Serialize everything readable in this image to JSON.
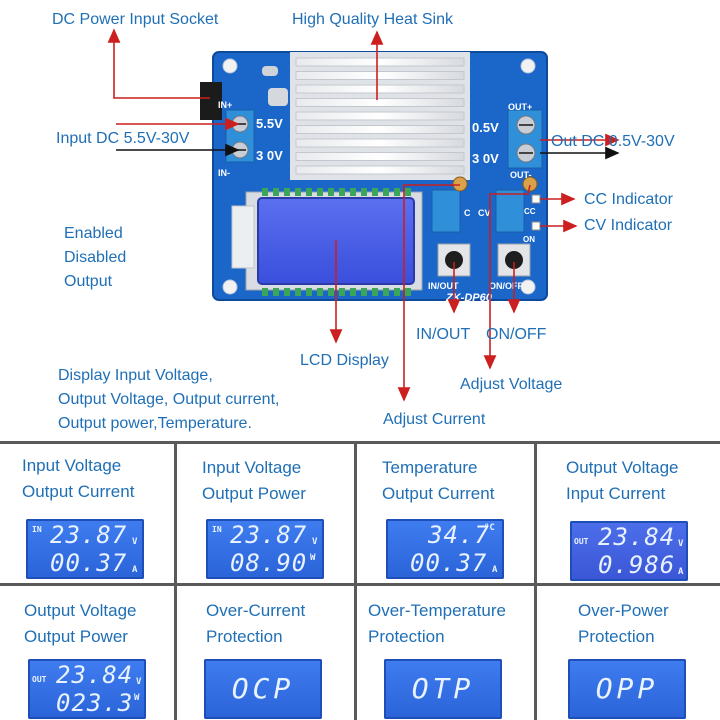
{
  "colors": {
    "label_blue": "#1f6fb6",
    "arrow_red": "#cc1f1f",
    "pcb_blue": "#1a66c9",
    "lcd_blue": "#3473e6",
    "terminal_blue": "#2f8fd8",
    "grid_line": "#5a5a5a"
  },
  "callouts": {
    "dc_socket": "DC Power Input Socket",
    "heat_sink": "High Quality Heat Sink",
    "input_dc": "Input DC 5.5V-30V",
    "output_dc": "Out DC 0.5V-30V",
    "cc_indicator": "CC Indicator",
    "cv_indicator": "CV Indicator",
    "enabled_lines": [
      "Enabled",
      "Disabled",
      "Output"
    ],
    "lcd_display": "LCD Display",
    "in_out": "IN/OUT",
    "on_off": "ON/OFF",
    "adjust_voltage": "Adjust Voltage",
    "adjust_current": "Adjust Current",
    "display_lines": [
      "Display Input Voltage,",
      "Output Voltage, Output current,",
      "Output power,Temperature."
    ]
  },
  "board": {
    "silk": {
      "in_plus": "IN+",
      "in_minus": "IN-",
      "v_left_top": "5.5V",
      "v_left_bottom": "3 0V",
      "v_right_top": "0.5V",
      "v_right_bottom": "3 0V",
      "out_plus": "OUT+",
      "out_minus": "OUT-",
      "cc": "CC",
      "on": "ON",
      "pot_c": "C",
      "pot_cv": "CV",
      "btn_in_out": "IN/OUT",
      "btn_on_off": "ON/OFF",
      "model": "ZK-DP60"
    }
  },
  "modes": [
    {
      "labels": [
        "Input Voltage",
        "Output Current"
      ],
      "lcd": {
        "tag": "IN",
        "top": "23.87",
        "top_unit": "V",
        "bottom": "00.37",
        "bottom_unit": "A"
      }
    },
    {
      "labels": [
        "Input Voltage",
        "Output Power"
      ],
      "lcd": {
        "tag": "IN",
        "top": "23.87",
        "top_unit": "V",
        "bottom": "08.90",
        "bottom_unit": "W"
      }
    },
    {
      "labels": [
        "Temperature",
        "Output Current"
      ],
      "lcd": {
        "tag": "",
        "top": "34.7",
        "top_unit": "°C",
        "bottom": "00.37",
        "bottom_unit": "A"
      }
    },
    {
      "labels": [
        "Output Voltage",
        "Input Current"
      ],
      "lcd": {
        "tag": "OUT",
        "top": "23.84",
        "top_unit": "V",
        "bottom": "0.986",
        "bottom_unit": "A"
      }
    },
    {
      "labels": [
        "Output Voltage",
        "Output Power"
      ],
      "lcd": {
        "tag": "OUT",
        "top": "23.84",
        "top_unit": "V",
        "bottom": "023.3",
        "bottom_unit": "W"
      }
    },
    {
      "labels": [
        "Over-Current",
        "Protection"
      ],
      "lcd": {
        "big": "OCP"
      }
    },
    {
      "labels": [
        "Over-Temperature",
        "Protection"
      ],
      "lcd": {
        "big": "OTP"
      }
    },
    {
      "labels": [
        "Over-Power",
        "Protection"
      ],
      "lcd": {
        "big": "OPP"
      }
    }
  ]
}
